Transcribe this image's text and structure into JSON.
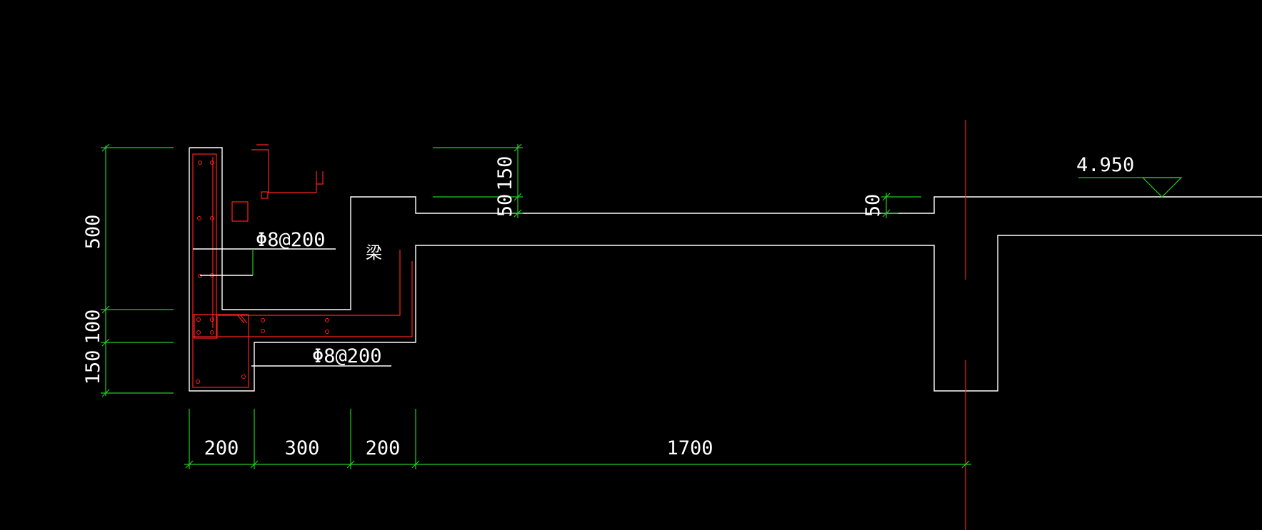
{
  "colors": {
    "background": "#000000",
    "outline": "#ffffff",
    "rebar": "#ff2020",
    "dimension": "#22cc22"
  },
  "labels": {
    "rebar_upper": "Φ8@200",
    "rebar_lower": "Φ8@200",
    "beam": "梁",
    "elevation": "4.950"
  },
  "dimensions": {
    "vertical_left": [
      "500",
      "100",
      "150"
    ],
    "vertical_upper": [
      "150",
      "50"
    ],
    "vertical_right": [
      "50"
    ],
    "horizontal_bottom": [
      "200",
      "300",
      "200",
      "1700"
    ]
  }
}
